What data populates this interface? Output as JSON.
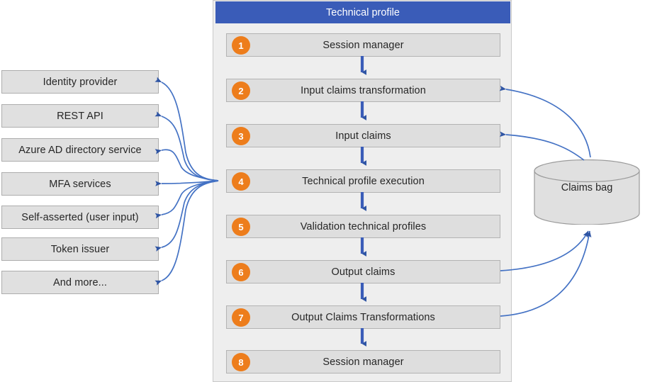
{
  "panel": {
    "title": "Technical profile",
    "header_color": "#3a5cb8",
    "background_color": "#eeeeee",
    "steps": [
      {
        "number": "1",
        "label": "Session manager"
      },
      {
        "number": "2",
        "label": "Input claims transformation"
      },
      {
        "number": "3",
        "label": "Input claims"
      },
      {
        "number": "4",
        "label": "Technical profile execution"
      },
      {
        "number": "5",
        "label": "Validation technical profiles"
      },
      {
        "number": "6",
        "label": "Output claims"
      },
      {
        "number": "7",
        "label": "Output Claims Transformations"
      },
      {
        "number": "8",
        "label": "Session manager"
      }
    ]
  },
  "sources": {
    "items": [
      {
        "label": "Identity provider"
      },
      {
        "label": "REST API"
      },
      {
        "label": "Azure AD directory service"
      },
      {
        "label": "MFA services"
      },
      {
        "label": "Self-asserted (user input)"
      },
      {
        "label": "Token issuer"
      },
      {
        "label": "And more..."
      }
    ]
  },
  "store": {
    "label": "Claims bag"
  },
  "colors": {
    "badge_orange": "#ed7d1c",
    "header_blue": "#3a5cb8",
    "arrow_blue": "#2f55a4",
    "curve_blue": "#4472c4",
    "box_fill": "#e0e0e0",
    "step_fill": "#dedede"
  }
}
